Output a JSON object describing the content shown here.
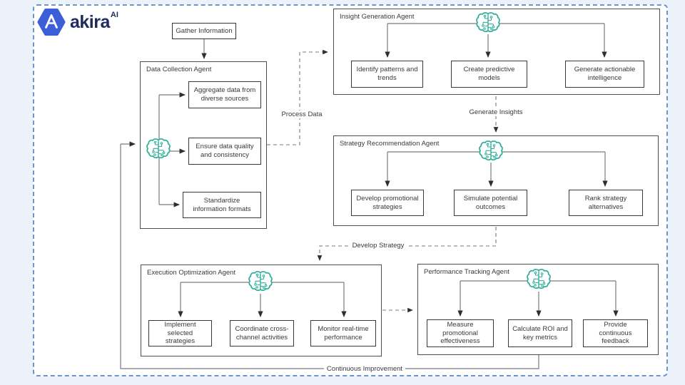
{
  "logo": {
    "brand": "akira",
    "suffix": "AI"
  },
  "start_node": {
    "label": "Gather Information"
  },
  "edge_labels": {
    "process_data": "Process Data",
    "generate_insights": "Generate Insights",
    "develop_strategy": "Develop Strategy",
    "continuous_improvement": "Continuous Improvement"
  },
  "agents": {
    "data_collection": {
      "title": "Data Collection Agent",
      "tasks": [
        "Aggregate data from diverse sources",
        "Ensure data quality and consistency",
        "Standardize information formats"
      ]
    },
    "insight_generation": {
      "title": "Insight Generation Agent",
      "tasks": [
        "Identify patterns and trends",
        "Create predictive models",
        "Generate actionable intelligence"
      ]
    },
    "strategy_recommendation": {
      "title": "Strategy Recommendation Agent",
      "tasks": [
        "Develop promotional strategies",
        "Simulate potential outcomes",
        "Rank strategy alternatives"
      ]
    },
    "execution_optimization": {
      "title": "Execution Optimization Agent",
      "tasks": [
        "Implement selected strategies",
        "Coordinate cross-channel activities",
        "Monitor real-time performance"
      ]
    },
    "performance_tracking": {
      "title": "Performance Tracking Agent",
      "tasks": [
        "Measure promotional effectiveness",
        "Calculate ROI and key metrics",
        "Provide continuous feedback"
      ]
    }
  },
  "colors": {
    "brand_blue": "#3c5fd7",
    "brand_text": "#1d2b5e",
    "accent_teal": "#2fae9b",
    "border_blue": "#6d95c8",
    "line_gray": "#7c7c7c"
  }
}
